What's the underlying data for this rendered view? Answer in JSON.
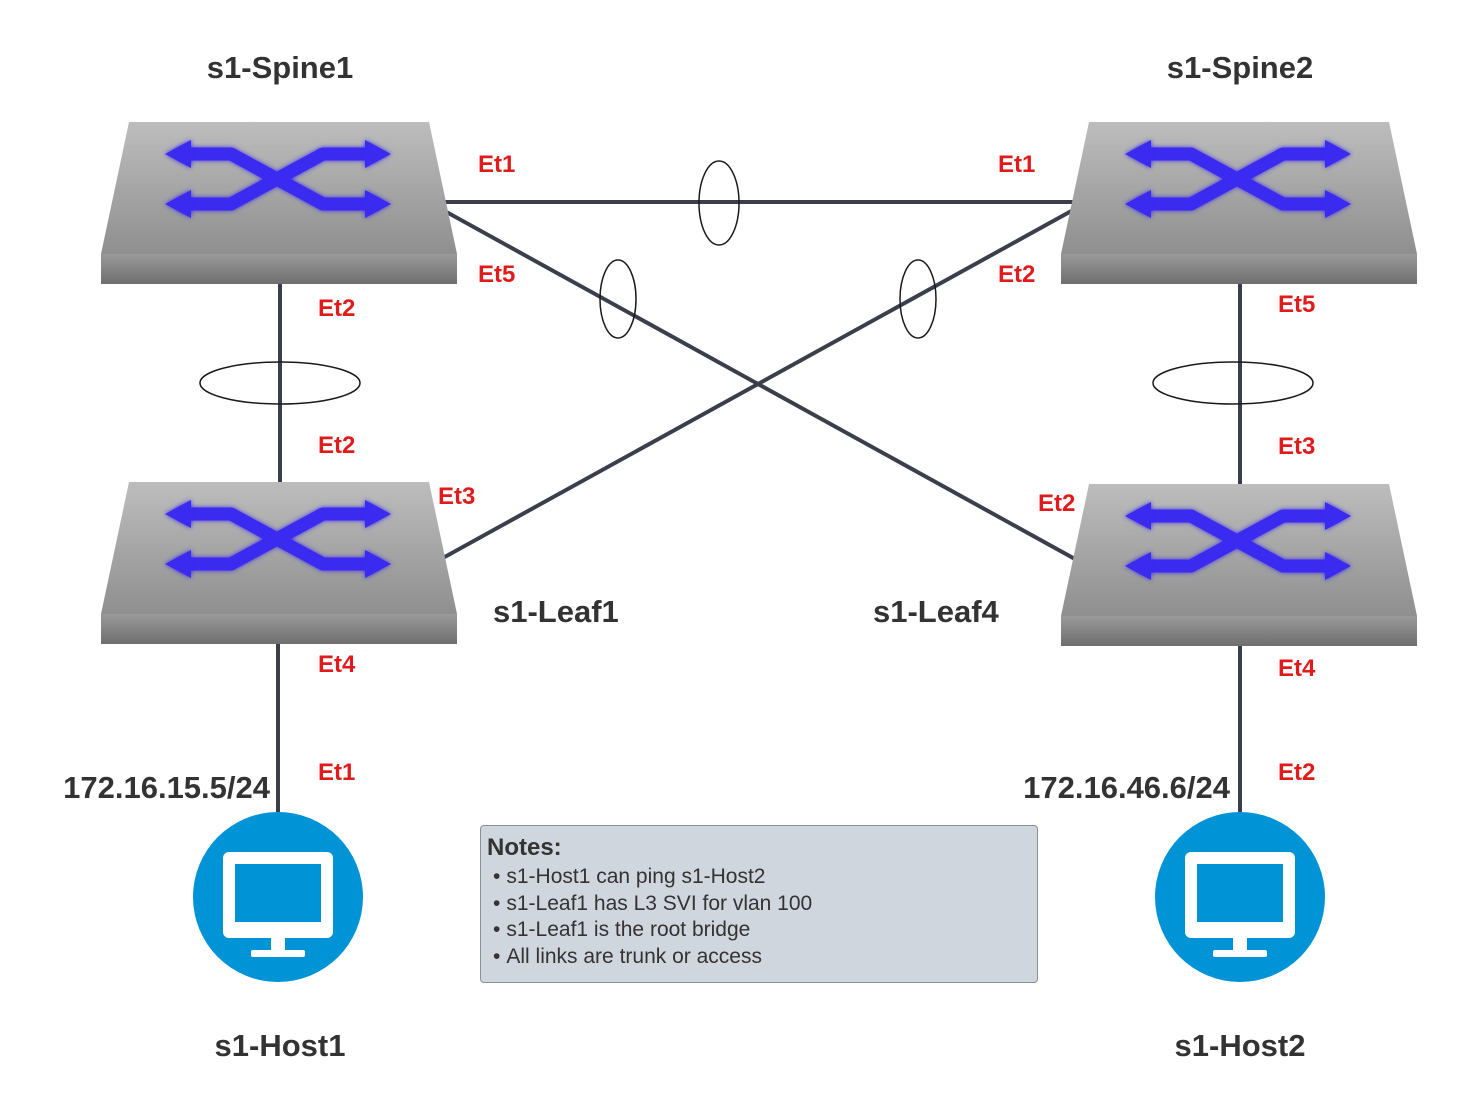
{
  "diagram": {
    "colors": {
      "link": "#3a3f4b",
      "port_label": "#e01b1b",
      "device_label": "#333333",
      "switch_arrow": "#3b2cf0",
      "host_circle": "#0093d6",
      "notes_bg": "#cfd6de"
    },
    "devices": {
      "spine1": {
        "name": "s1-Spine1",
        "icon": "switch-icon"
      },
      "spine2": {
        "name": "s1-Spine2",
        "icon": "switch-icon"
      },
      "leaf1": {
        "name": "s1-Leaf1",
        "icon": "switch-icon"
      },
      "leaf4": {
        "name": "s1-Leaf4",
        "icon": "switch-icon"
      },
      "host1": {
        "name": "s1-Host1",
        "icon": "monitor-icon",
        "ip": "172.16.15.5/24"
      },
      "host2": {
        "name": "s1-Host2",
        "icon": "monitor-icon",
        "ip": "172.16.46.6/24"
      }
    },
    "ports": {
      "spine1_spine2": "Et1",
      "spine2_spine1": "Et1",
      "spine1_leaf4": "Et5",
      "spine2_leaf1": "Et2",
      "spine1_leaf1": "Et2",
      "leaf1_spine1": "Et2",
      "leaf1_spine2": "Et3",
      "spine2_leaf4": "Et5",
      "leaf4_spine2": "Et3",
      "leaf4_spine1": "Et2",
      "leaf1_host1": "Et4",
      "host1_leaf1": "Et1",
      "leaf4_host2": "Et4",
      "host2_leaf4": "Et2"
    },
    "notes": {
      "title": "Notes:",
      "items": [
        "s1-Host1 can ping s1-Host2",
        "s1-Leaf1 has L3 SVI for vlan 100",
        "s1-Leaf1 is the root bridge",
        "All links are trunk or access"
      ]
    }
  }
}
